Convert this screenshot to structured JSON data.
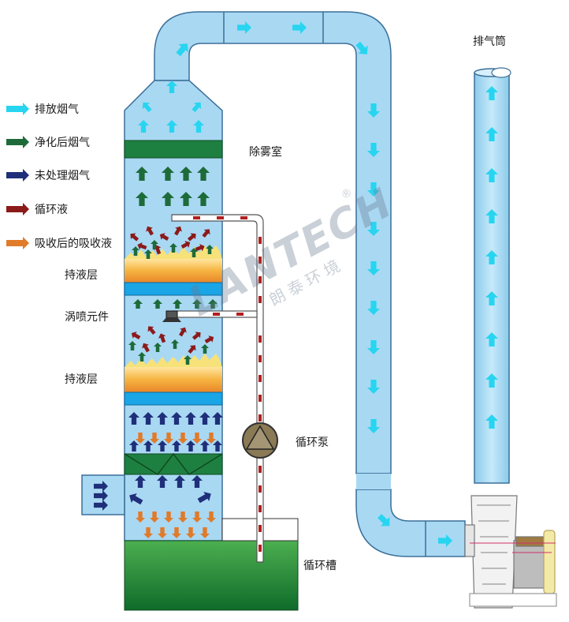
{
  "legend": [
    {
      "label": "排放烟气",
      "color": "#27d5f0"
    },
    {
      "label": "净化后烟气",
      "color": "#1e6b3a"
    },
    {
      "label": "未处理烟气",
      "color": "#1f2f7a"
    },
    {
      "label": "循环液",
      "color": "#8b1a1a"
    },
    {
      "label": "吸收后的吸收液",
      "color": "#e07b2a"
    }
  ],
  "labels": {
    "mist_chamber": "除雾室",
    "liquid_layer_upper": "持液层",
    "vortex_element": "涡喷元件",
    "liquid_layer_lower": "持液层",
    "circulation_pump": "循环泵",
    "circulation_tank": "循环槽",
    "exhaust_stack": "排气筒"
  },
  "watermark": {
    "brand": "LANTECH",
    "registered": "®",
    "chinese": "朗泰环境"
  },
  "colors": {
    "duct_fill": "#a9d8f3",
    "duct_stroke": "#3b6f98",
    "tank_green": "#1f8a3a",
    "demister_green": "#1e8040",
    "packing_orange": "#f4a22e",
    "blue_band": "#1aa5e6"
  }
}
